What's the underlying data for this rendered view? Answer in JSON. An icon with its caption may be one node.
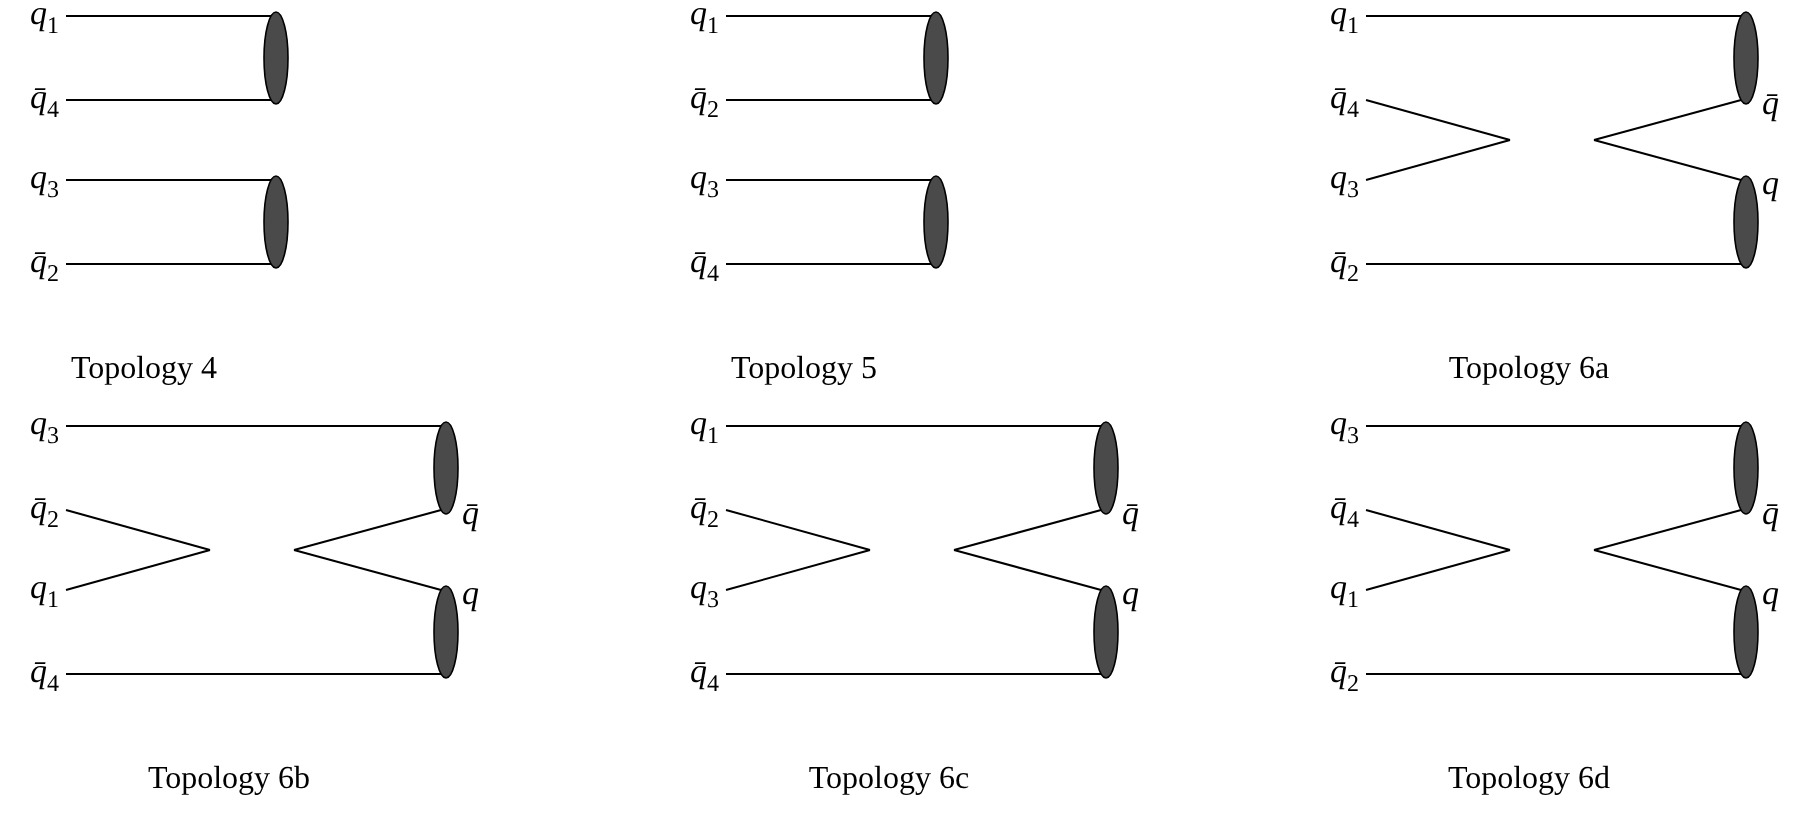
{
  "diagram": {
    "nodes": [
      {
        "text": [
          "q$_{1}$"
        ]
      },
      {
        "text": [
          "q̄$_{4}$"
        ]
      },
      {
        "text": [
          "q$_{3}$"
        ]
      },
      {
        "text": [
          "q̄$_{2}$"
        ]
      },
      {
        "text": [],
        "shape": "ellipse"
      },
      {
        "text": [],
        "shape": "ellipse"
      },
      {
        "text": [
          "q$_{1}$"
        ]
      },
      {
        "text": [
          "q̄$_{2}$"
        ]
      },
      {
        "text": [
          "q$_{3}$"
        ]
      },
      {
        "text": [
          "q̄$_{4}$"
        ]
      },
      {
        "text": [],
        "shape": "ellipse"
      },
      {
        "text": [],
        "shape": "ellipse"
      },
      {
        "text": [
          "q$_{1}$"
        ]
      },
      {
        "text": [
          "q̄$_{4}$"
        ]
      },
      {
        "text": [
          "q$_{3}$"
        ]
      },
      {
        "text": [
          "q̄$_{2}$"
        ]
      },
      {
        "text": [],
        "shape": "ellipse",
        "beside": [
          "q̄"
        ]
      },
      {
        "text": [],
        "shape": "ellipse",
        "beside": [
          "q"
        ]
      },
      {
        "text": [
          "q$_{3}$"
        ]
      },
      {
        "text": [
          "q̄$_{2}$"
        ]
      },
      {
        "text": [
          "q$_{1}$"
        ]
      },
      {
        "text": [
          "q̄$_{4}$"
        ]
      },
      {
        "text": [],
        "shape": "ellipse",
        "beside": [
          "q̄"
        ]
      },
      {
        "text": [],
        "shape": "ellipse",
        "beside": [
          "q"
        ]
      },
      {
        "text": [
          "q$_{1}$"
        ]
      },
      {
        "text": [
          "q̄$_{2}$"
        ]
      },
      {
        "text": [
          "q$_{3}$"
        ]
      },
      {
        "text": [
          "q̄$_{4}$"
        ]
      },
      {
        "text": [],
        "shape": "ellipse",
        "beside": [
          "q̄"
        ]
      },
      {
        "text": [],
        "shape": "ellipse",
        "beside": [
          "q"
        ]
      },
      {
        "text": [
          "q$_{3}$"
        ]
      },
      {
        "text": [
          "q̄$_{4}$"
        ]
      },
      {
        "text": [
          "q$_{1}$"
        ]
      },
      {
        "text": [
          "q̄$_{2}$"
        ]
      },
      {
        "text": [],
        "shape": "ellipse",
        "beside": [
          "q̄"
        ]
      },
      {
        "text": [],
        "shape": "ellipse",
        "beside": [
          "q"
        ]
      }
    ],
    "edges": [
      {
        "from": 0,
        "to": 4,
        "arrow": "none"
      },
      {
        "from": 1,
        "to": 4,
        "arrow": "none"
      },
      {
        "from": 2,
        "to": 5,
        "arrow": "none"
      },
      {
        "from": 3,
        "to": 5,
        "arrow": "none"
      },
      {
        "from": 6,
        "to": 10,
        "arrow": "none"
      },
      {
        "from": 7,
        "to": 10,
        "arrow": "none"
      },
      {
        "from": 8,
        "to": 11,
        "arrow": "none"
      },
      {
        "from": 9,
        "to": 11,
        "arrow": "none"
      },
      {
        "from": 12,
        "to": 16,
        "arrow": "none"
      },
      {
        "from": 13,
        "to": null,
        "arrow": "none"
      },
      {
        "from": 14,
        "to": null,
        "arrow": "none"
      },
      {
        "from": 15,
        "to": 17,
        "arrow": "none"
      },
      {
        "from": 16,
        "to": null,
        "arrow": "none"
      },
      {
        "from": 17,
        "to": null,
        "arrow": "none"
      },
      {
        "from": 18,
        "to": 22,
        "arrow": "none"
      },
      {
        "from": 19,
        "to": null,
        "arrow": "none"
      },
      {
        "from": 20,
        "to": null,
        "arrow": "none"
      },
      {
        "from": 21,
        "to": 23,
        "arrow": "none"
      },
      {
        "from": 22,
        "to": null,
        "arrow": "none"
      },
      {
        "from": 23,
        "to": null,
        "arrow": "none"
      },
      {
        "from": 24,
        "to": 28,
        "arrow": "none"
      },
      {
        "from": 25,
        "to": null,
        "arrow": "none"
      },
      {
        "from": 26,
        "to": null,
        "arrow": "none"
      },
      {
        "from": 27,
        "to": 29,
        "arrow": "none"
      },
      {
        "from": 28,
        "to": null,
        "arrow": "none"
      },
      {
        "from": 29,
        "to": null,
        "arrow": "none"
      },
      {
        "from": 30,
        "to": 34,
        "arrow": "none"
      },
      {
        "from": 31,
        "to": null,
        "arrow": "none"
      },
      {
        "from": 32,
        "to": null,
        "arrow": "none"
      },
      {
        "from": 33,
        "to": 35,
        "arrow": "none"
      },
      {
        "from": 34,
        "to": null,
        "arrow": "none"
      },
      {
        "from": 35,
        "to": null,
        "arrow": "none"
      }
    ],
    "labels": [
      "Topology 4",
      "Topology 5",
      "Topology 6a",
      "Topology 6b",
      "Topology 6c",
      "Topology 6d"
    ]
  }
}
